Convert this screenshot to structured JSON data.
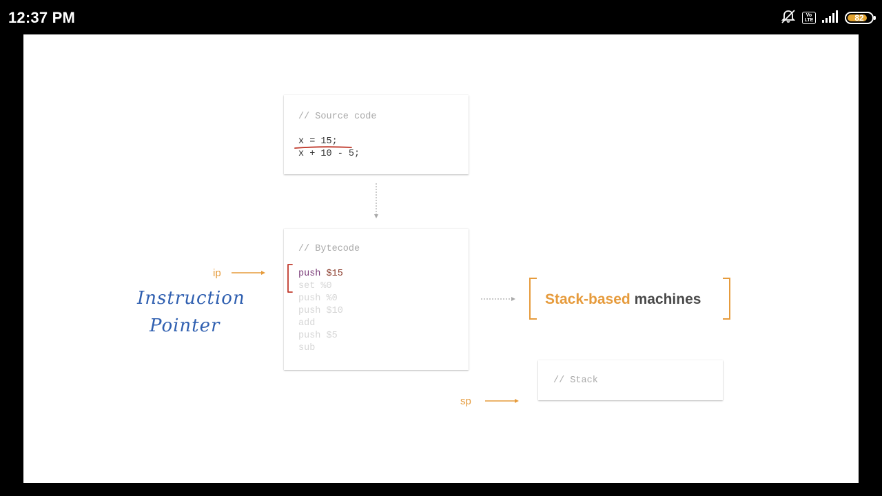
{
  "status_bar": {
    "time": "12:37 PM",
    "battery_level": "82",
    "volte_label": "Vo LTE",
    "icons": [
      "mute-icon",
      "volte-icon",
      "signal-icon",
      "battery-icon"
    ]
  },
  "slide": {
    "source_card": {
      "comment": "// Source code",
      "lines": [
        "x = 15;",
        "x + 10 - 5;"
      ]
    },
    "bytecode_card": {
      "comment": "// Bytecode",
      "active_line": {
        "op": "push",
        "arg": "$15"
      },
      "dim_lines": [
        "set %0",
        "push %0",
        "push $10",
        "add",
        "push $5",
        "sub"
      ]
    },
    "stack_card": {
      "comment": "// Stack"
    },
    "ip_label": "ip",
    "sp_label": "sp",
    "title": {
      "accent": "Stack-based",
      "rest": "machines"
    },
    "annotation": {
      "line1": "Instruction",
      "line2": "Pointer"
    },
    "colors": {
      "accent": "#e69b3c",
      "ink": "#2f5fb0",
      "underline": "#c0392b"
    }
  }
}
